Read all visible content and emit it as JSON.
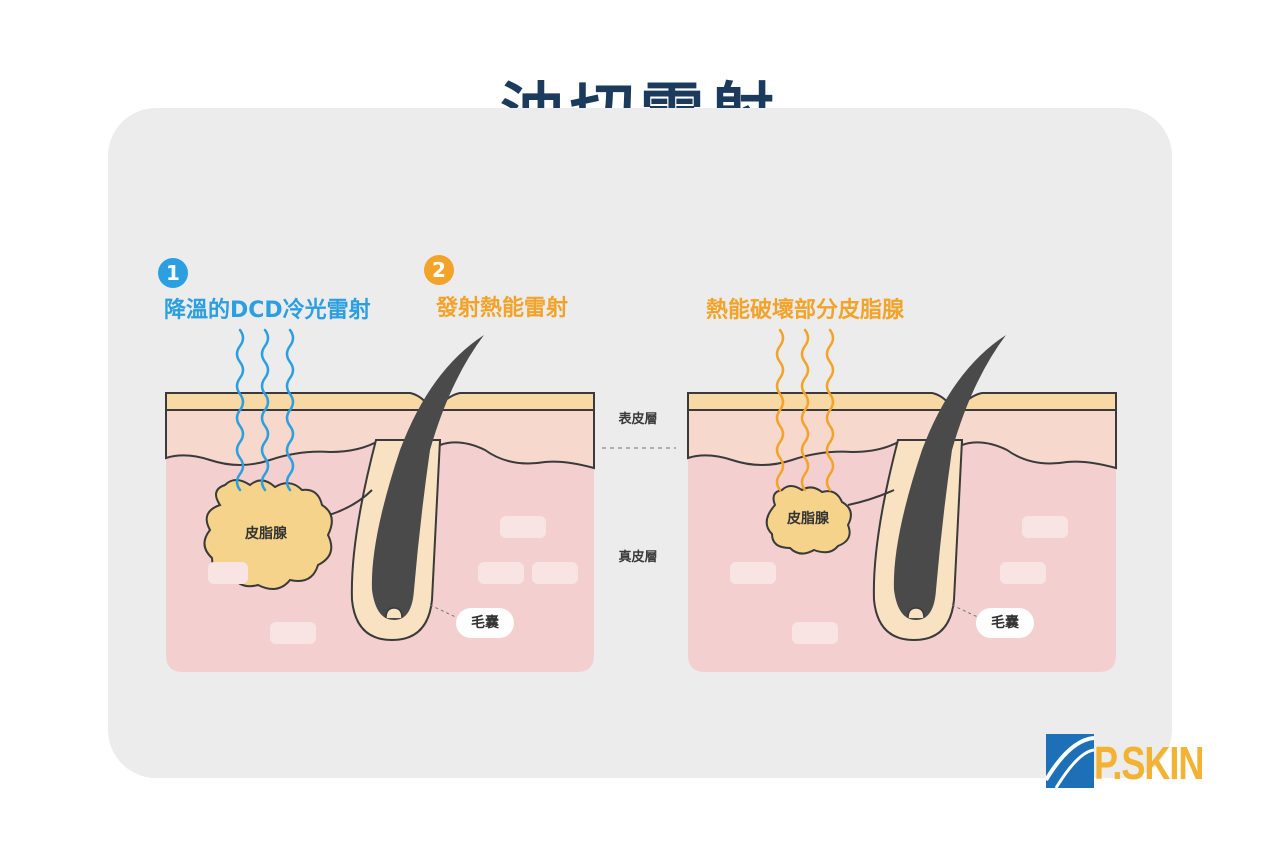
{
  "title": "油切雷射",
  "left_panel": {
    "step1": {
      "number": "1",
      "label": "降溫的DCD冷光雷射"
    },
    "step2": {
      "number": "2",
      "label": "發射熱能雷射"
    },
    "gland_label": "皮脂腺",
    "follicle_label": "毛囊"
  },
  "center_labels": {
    "epidermis": "表皮層",
    "dermis": "真皮層"
  },
  "right_panel": {
    "label": "熱能破壞部分皮脂腺",
    "gland_label": "皮脂腺",
    "follicle_label": "毛囊"
  },
  "logo": {
    "text": "P.SKIN"
  },
  "colors": {
    "title": "#1b3a5c",
    "cool_laser": "#2b9fe0",
    "heat_laser": "#f2a32a",
    "epidermis": "#f8d9a5",
    "skin_upper": "#f7d3c7",
    "dermis": "#f4cfcf",
    "gland": "#f5d38a",
    "hair": "#4a4a4a"
  }
}
